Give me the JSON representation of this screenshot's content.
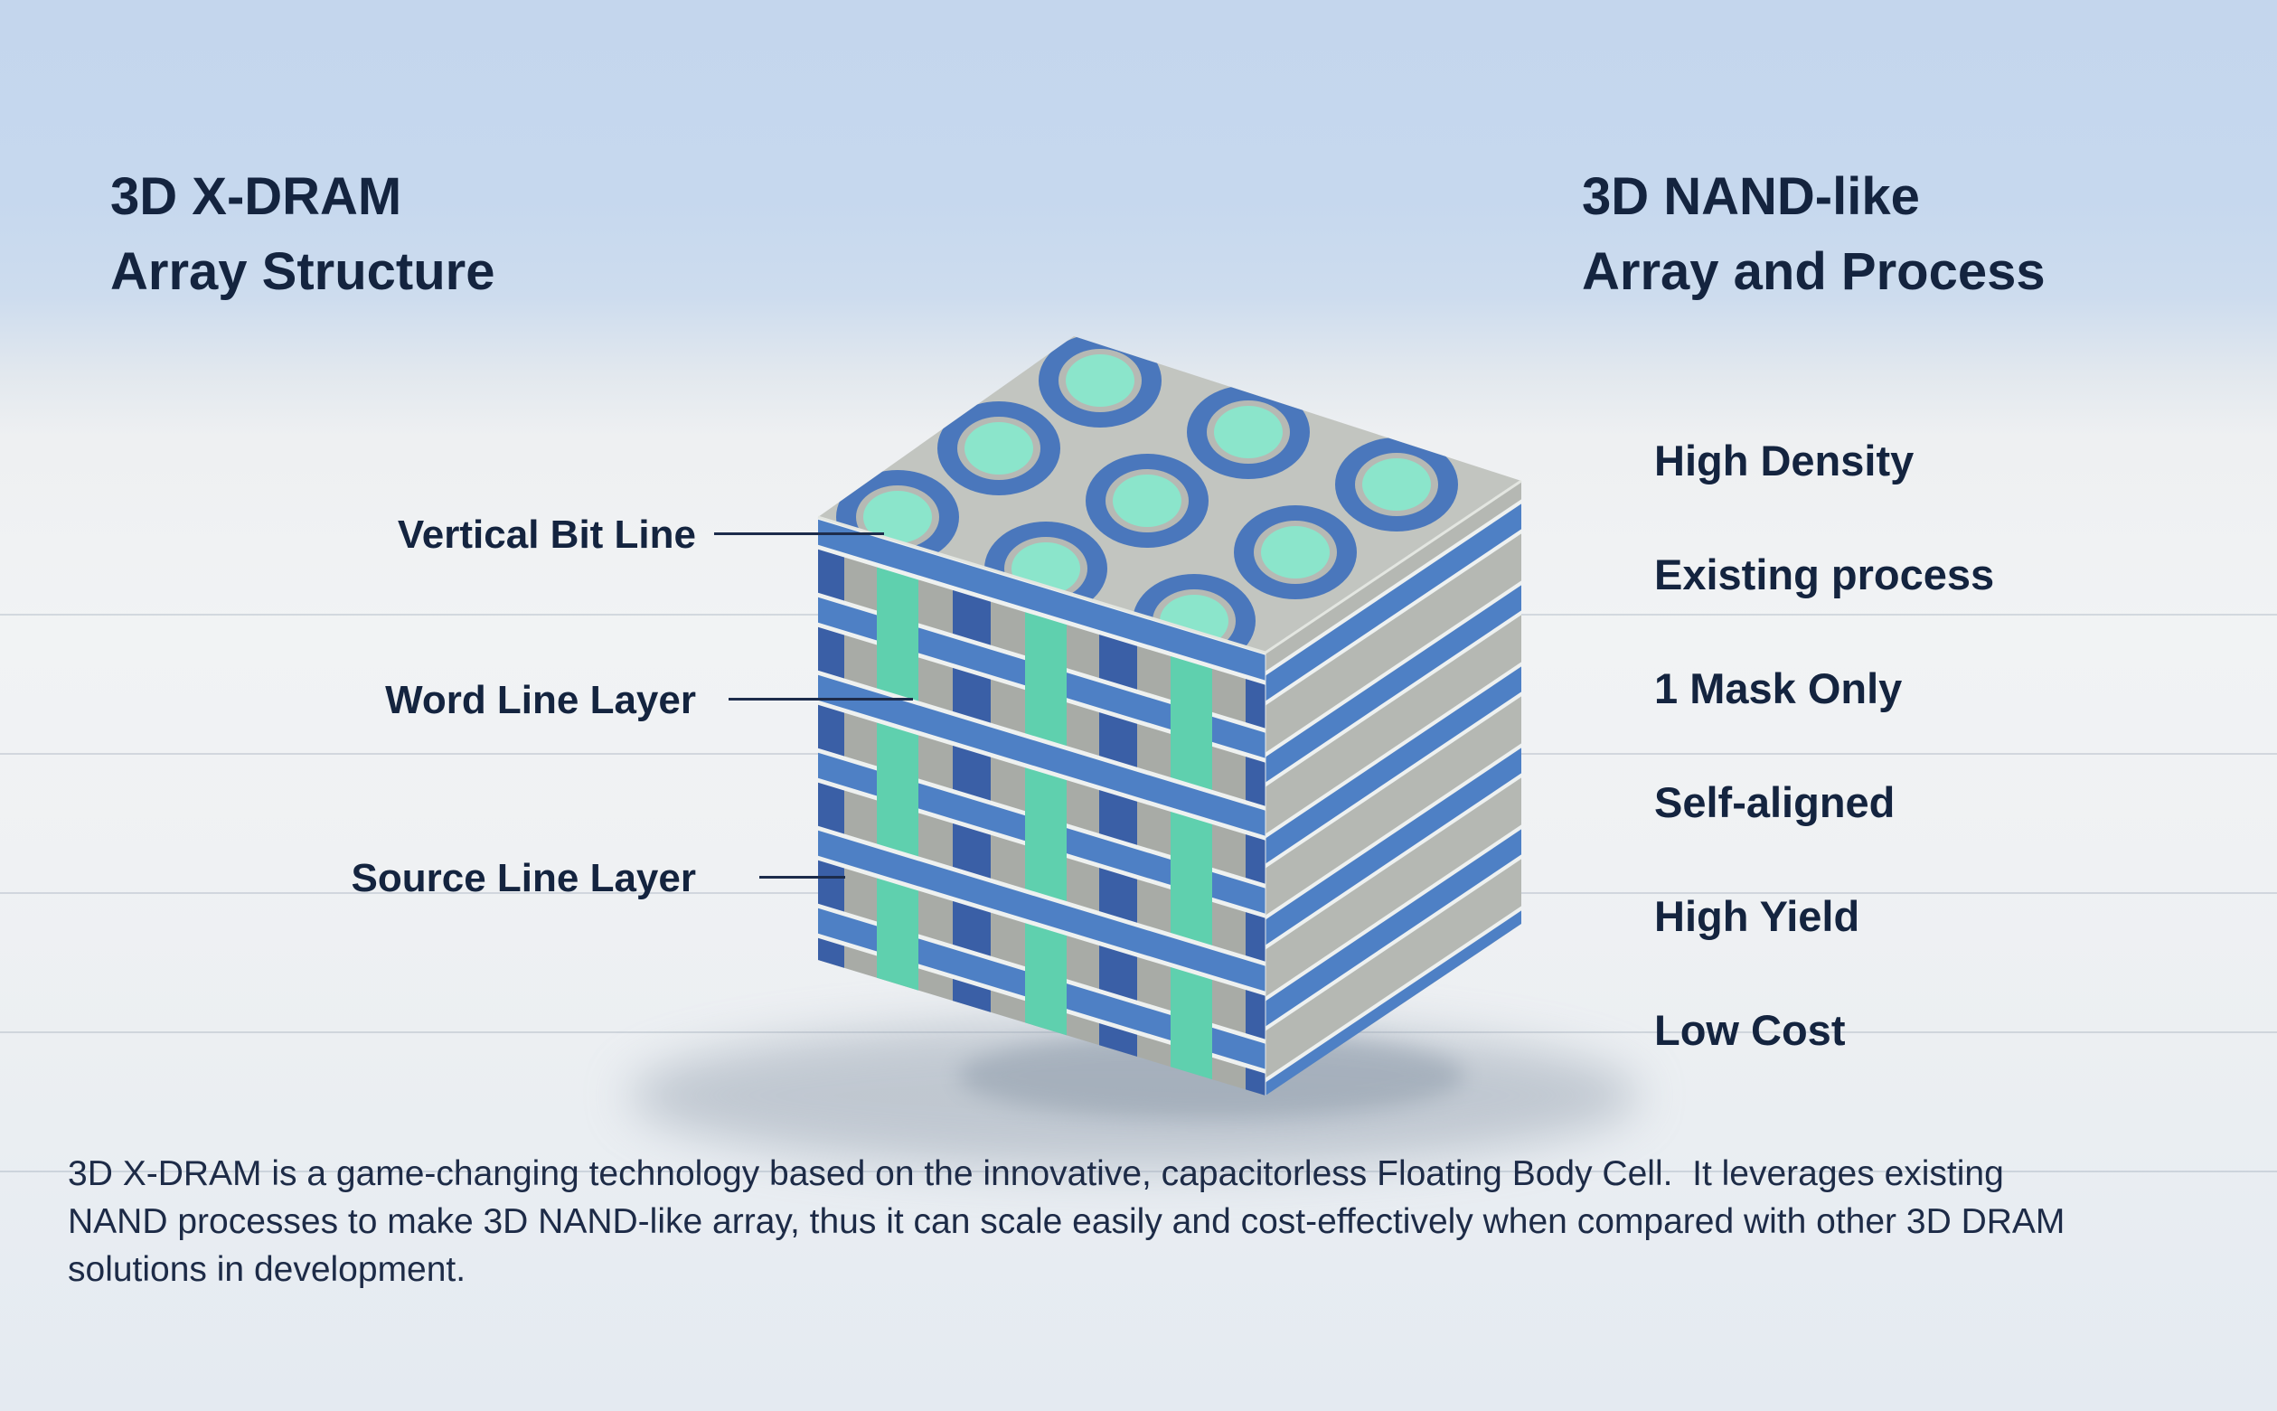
{
  "left_title": {
    "line1": "3D X-DRAM",
    "line2": "Array Structure"
  },
  "right_title": {
    "line1": "3D NAND-like",
    "line2": "Array and Process"
  },
  "diagram": {
    "labels": [
      {
        "text": "Vertical Bit Line"
      },
      {
        "text": "Word Line Layer"
      },
      {
        "text": "Source Line Layer"
      }
    ],
    "features": [
      "High Density",
      "Existing process",
      "1 Mask Only",
      "Self-aligned",
      "High Yield",
      "Low Cost"
    ]
  },
  "paragraph": {
    "lines": [
      "3D X-DRAM is a game-changing technology based on the innovative, capacitorless Floating Body Cell.  It leverages existing",
      "NAND processes to make 3D NAND-like array, thus it can scale easily and cost-effectively when compared with other 3D DRAM",
      "solutions in development."
    ]
  },
  "palette": {
    "background_blue": "#c5d7ee",
    "heading_navy": "#14243f",
    "body_navy": "#1d2b47",
    "connector_navy": "#1d2c4b",
    "top_face_gray": "#c2c5c0",
    "left_face_gray": "#a8aba6",
    "right_face_gray": "#b5b8b3",
    "word_line_blue": "#4e80c5",
    "dark_line_blue": "#3a5fa6",
    "bit_line_teal": "#5fd0ae",
    "via_mint": "#8be5cb",
    "via_ring_blue": "#4a77bc",
    "via_ring_gray": "#b6b9b4",
    "outline_white": "#eef1f0"
  }
}
